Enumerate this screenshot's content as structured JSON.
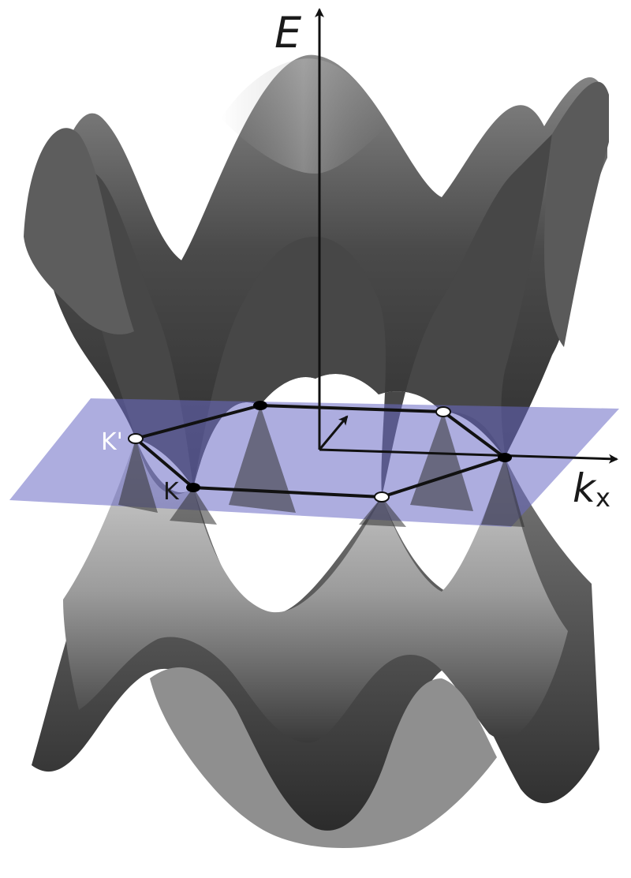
{
  "axes": {
    "energy": "E",
    "momentum_main": "k",
    "momentum_sub": "x"
  },
  "points": {
    "k_prime": "K'",
    "k": "K"
  },
  "colors": {
    "plane": "#6a6ac4",
    "surface_dark": "#3c3c3c",
    "surface_light": "#bdbdbd",
    "hexagon": "#111111",
    "dirac_black": "#000000",
    "dirac_white": "#ffffff"
  }
}
